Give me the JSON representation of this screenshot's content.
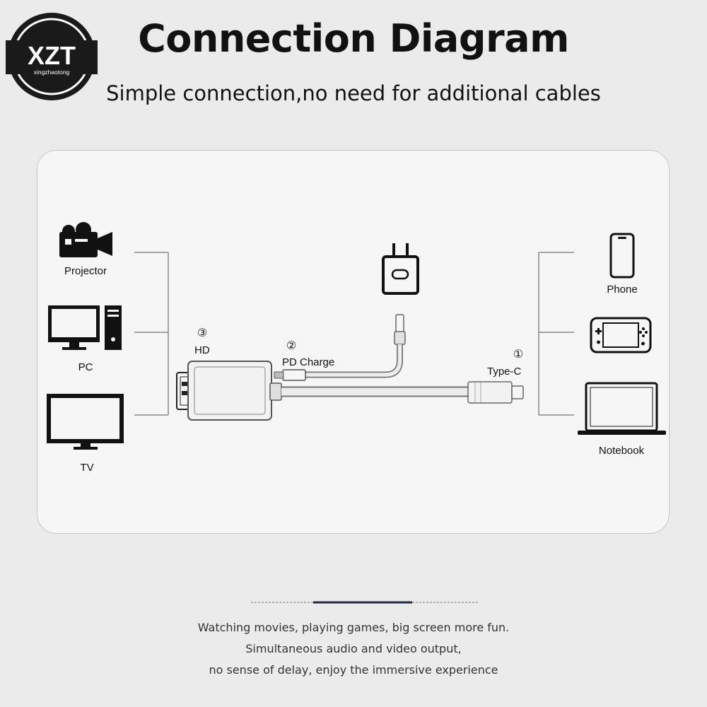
{
  "header": {
    "brand": "XZT",
    "brand_sub": "xingzhaotong",
    "title": "Connection Diagram",
    "subtitle": "Simple connection,no need for additional cables"
  },
  "devices_left": {
    "projector": "Projector",
    "pc": "PC",
    "tv": "TV"
  },
  "devices_right": {
    "phone": "Phone",
    "notebook": "Notebook"
  },
  "ports": {
    "hd": {
      "number": "③",
      "label": "HD"
    },
    "pd": {
      "number": "②",
      "label": "PD Charge"
    },
    "typec": {
      "number": "①",
      "label": "Type-C"
    }
  },
  "footer": {
    "line1": "Watching movies, playing games, big screen more fun.",
    "line2": "Simultaneous audio and video output,",
    "line3": "no sense of delay, enjoy the immersive experience"
  }
}
